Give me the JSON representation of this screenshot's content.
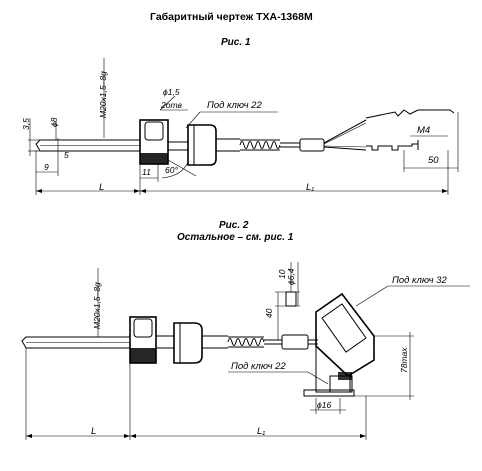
{
  "title": "Габаритный чертеж ТХА-1368М",
  "fig1": {
    "caption": "Рис. 1",
    "labels": {
      "thread": "M20x1,5–8g",
      "dia_hole": "ϕ1,5",
      "holes": "2отв",
      "wrench": "Под ключ 22",
      "d35": "3,5",
      "dia8": "ϕ8",
      "d5": "5",
      "d9": "9",
      "d11": "11",
      "angle": "60°",
      "L": "L",
      "L1": "L₁",
      "M4": "M4",
      "d50": "50"
    }
  },
  "fig2": {
    "caption": "Рис. 2",
    "subcaption": "Остальное – см. рис. 1",
    "labels": {
      "thread": "M20x1,5–8g",
      "d10": "10",
      "dia64": "ϕ6,4",
      "d40": "40",
      "wrench32": "Под ключ 32",
      "max78": "78max",
      "wrench22": "Под ключ 22",
      "dia16": "ϕ16",
      "L": "L",
      "L1": "L₁"
    }
  }
}
